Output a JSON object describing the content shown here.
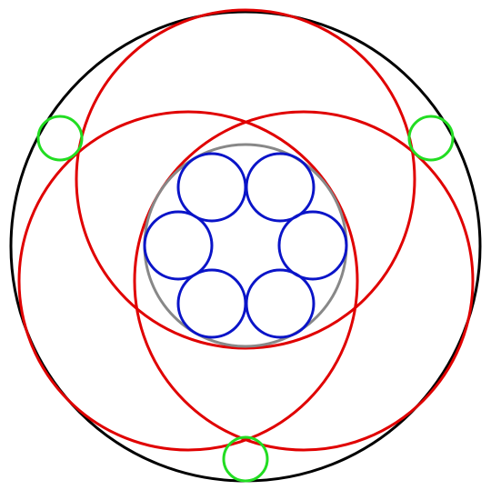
{
  "colors": {
    "background": "#ffffff",
    "outer_circle": "#000000",
    "large_circles": "#e00000",
    "inner_circle": "#888888",
    "small_ring_circles": "#0a14c8",
    "small_gap_circles": "#22dd22"
  },
  "groups": {
    "outer_circle": {
      "count": 1
    },
    "large_circles": {
      "count": 3
    },
    "inner_circle": {
      "count": 1
    },
    "small_ring_circles": {
      "count": 6
    },
    "small_gap_circles": {
      "count": 3
    }
  }
}
